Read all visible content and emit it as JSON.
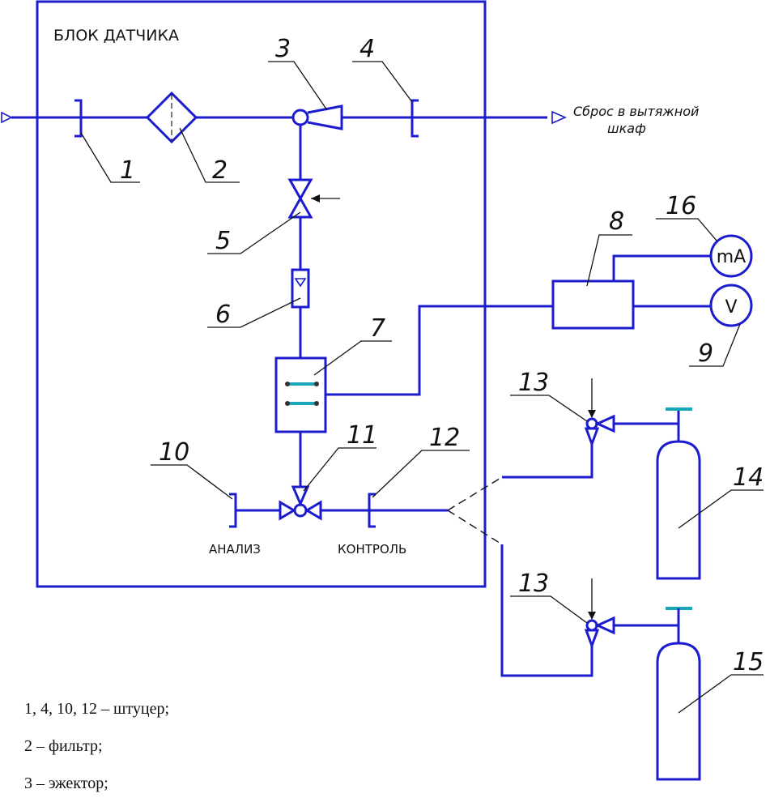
{
  "diagram": {
    "block_title": "БЛОК ДАТЧИКА",
    "exhaust_note_line1": "Сброс в вытяжной",
    "exhaust_note_line2": "шкаф",
    "port_analysis": "АНАЛИЗ",
    "port_control": "КОНТРОЛЬ",
    "milliammeter_symbol": "mA",
    "voltmeter_symbol": "V",
    "callouts": {
      "c1": "1",
      "c2": "2",
      "c3": "3",
      "c4": "4",
      "c5": "5",
      "c6": "6",
      "c7": "7",
      "c8": "8",
      "c9": "9",
      "c10": "10",
      "c11": "11",
      "c12": "12",
      "c13a": "13",
      "c13b": "13",
      "c14": "14",
      "c15": "15",
      "c16": "16"
    },
    "line_color": "#1c1ccf",
    "accent_color": "#19a7b8"
  },
  "legend": [
    "1, 4, 10, 12 – штуцер;",
    "2 – фильтр;",
    "3 – эжектор;"
  ]
}
